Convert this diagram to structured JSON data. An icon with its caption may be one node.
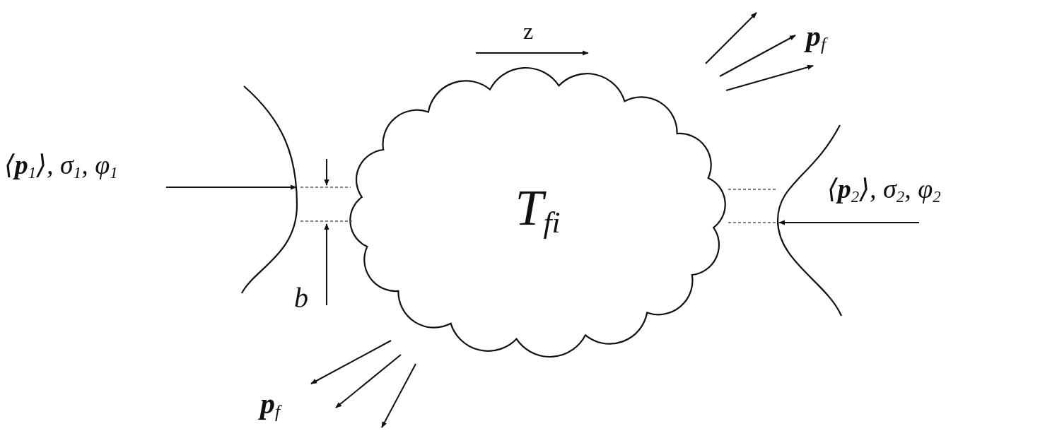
{
  "diagram": {
    "nodes": [
      {
        "text": [],
        "shape": "curve"
      },
      {
        "text": [
          "T$_{fi}$"
        ]
      },
      {
        "text": [],
        "shape": "curve"
      }
    ],
    "edges": [
      {
        "from": null,
        "to": 0,
        "arrow": "to"
      },
      {
        "from": null,
        "to": 2,
        "arrow": "to"
      }
    ],
    "labels": [
      "z",
      "**p**$_{f}$",
      "⟨**p**$_{1}$⟩, σ$_{1}$, φ$_{1}$",
      "⟨**p**$_{2}$⟩, σ$_{2}$, φ$_{2}$",
      "b",
      "**p**$_{f}$"
    ]
  }
}
